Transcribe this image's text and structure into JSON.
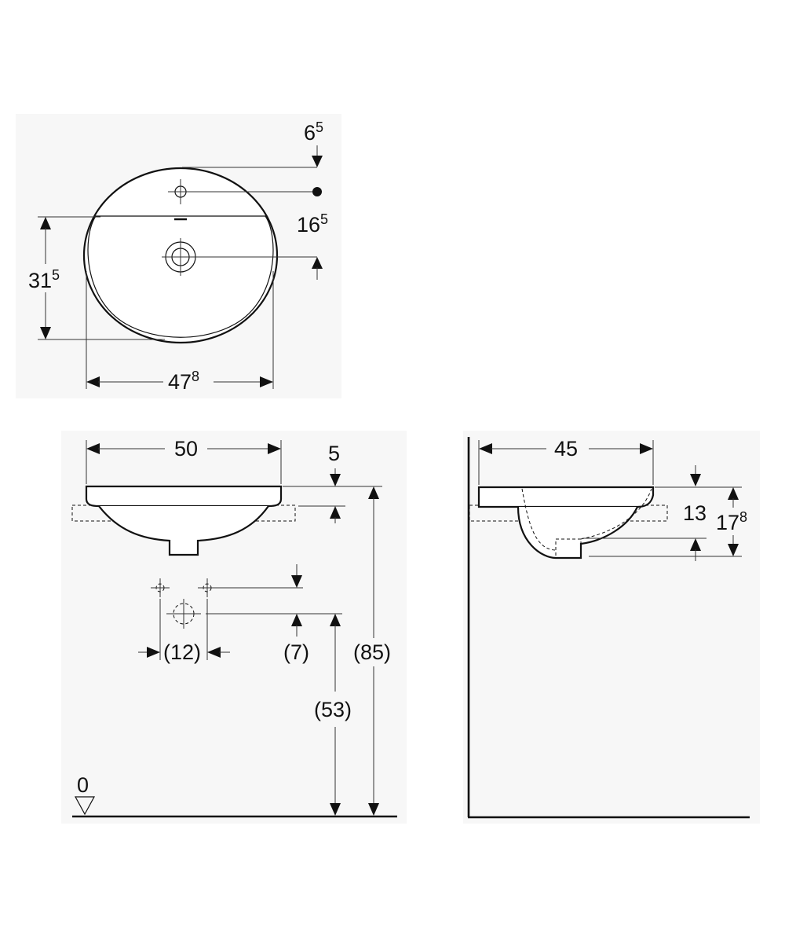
{
  "top_view": {
    "dim_tap_offset": "6",
    "dim_tap_offset_sup": "5",
    "dim_drain_offset": "16",
    "dim_drain_offset_sup": "5",
    "dim_depth": "31",
    "dim_depth_sup": "5",
    "dim_width": "47",
    "dim_width_sup": "8"
  },
  "front_view": {
    "dim_width": "50",
    "dim_rim": "5",
    "dim_connection_spacing": "(12)",
    "dim_connection_offset": "(7)",
    "dim_outlet_height": "(53)",
    "dim_total_height": "(85)",
    "floor_level": "0"
  },
  "side_view": {
    "dim_depth": "45",
    "dim_bowl": "13",
    "dim_total": "17",
    "dim_total_sup": "8"
  }
}
